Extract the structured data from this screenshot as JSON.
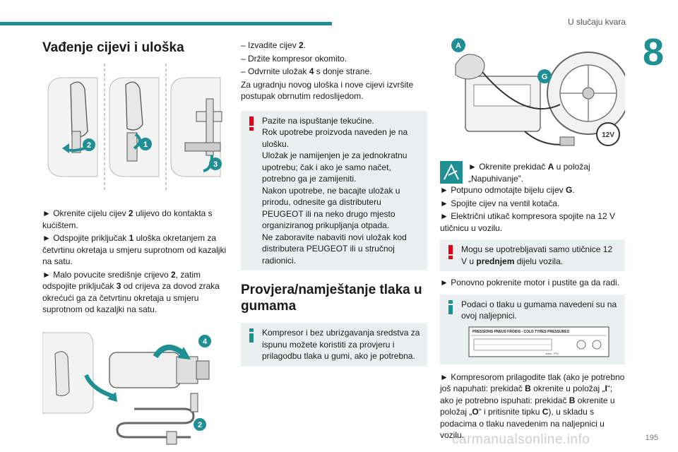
{
  "header": {
    "title": "U slučaju kvara",
    "chapter": "8",
    "page": "195"
  },
  "watermark": "carmanualsonline.info",
  "col1": {
    "heading": "Vađenje cijevi i uloška",
    "fig1_labels": [
      "2",
      "1",
      "3"
    ],
    "steps": [
      {
        "pre": "► Okrenite cijelu cijev ",
        "b": "2",
        "post": " ulijevo do kontakta s kućištem."
      },
      {
        "pre": "► Odspojite priključak ",
        "b": "1",
        "post": " uloška okretanjem za četvrtinu okretaja u smjeru suprotnom od kazaljki na satu."
      },
      {
        "pre": "► Malo povucite središnje crijevo ",
        "b": "2",
        "post": ", zatim odspojite priključak "
      },
      {
        "b2": "3",
        "post2": " od crijeva za dovod zraka okrećući ga za četvrtinu okretaja u smjeru suprotnom od kazaljki na satu."
      }
    ],
    "fig2_labels": [
      "4",
      "2"
    ]
  },
  "col2": {
    "lines": [
      {
        "pre": "– Izvadite cijev ",
        "b": "2",
        "post": "."
      },
      {
        "pre": "– Držite kompresor okomito.",
        "b": "",
        "post": ""
      },
      {
        "pre": "– Odvrnite uložak ",
        "b": "4",
        "post": " s donje strane."
      },
      {
        "pre": "Za ugradnju novog uloška i nove cijevi izvršite postupak obrnutim redoslijedom.",
        "b": "",
        "post": ""
      }
    ],
    "warning": [
      "Pazite na ispuštanje tekućine.",
      "Rok upotrebe proizvoda naveden je na ulošku.",
      "Uložak je namijenjen je za jednokratnu upotrebu; čak i ako je samo načet, potrebno ga je zamijeniti.",
      "Nakon upotrebe, ne bacajte uložak u prirodu, odnesite ga distributeru PEUGEOT ili na neko drugo mjesto organiziranog prikupljanja otpada.",
      "Ne zaboravite nabaviti novi uložak kod distributera PEUGEOT ili u stručnoj radionici."
    ],
    "heading2": "Provjera/namještanje tlaka u gumama",
    "info": "Kompresor i bez ubrizgavanja sredstva za ispunu možete koristiti za provjeru i prilagodbu tlaka u gumi, ako je potrebna."
  },
  "col3": {
    "fig_labels": [
      "A",
      "G",
      "12V"
    ],
    "step1": {
      "pre": "► Okrenite prekidač ",
      "b": "A",
      "post": " u položaj „Napuhivanje”."
    },
    "steps": [
      {
        "pre": "► Potpuno odmotajte bijelu cijev ",
        "b": "G",
        "post": "."
      },
      {
        "pre": "► Spojite cijev na ventil kotača.",
        "b": "",
        "post": ""
      },
      {
        "pre": "► Električni utikač kompresora spojite na 12 V utičnicu u vozilu.",
        "b": "",
        "post": ""
      }
    ],
    "warning": {
      "pre": "Mogu se upotrebljavati samo utičnice 12 V u ",
      "b": "prednjem",
      "post": " dijelu vozila."
    },
    "step_restart": "► Ponovno pokrenite motor i pustite ga da radi.",
    "info": "Podaci o tlaku u gumama navedeni su na ovoj naljepnici.",
    "label_title": "PRESSIONS PNEUS FROIDS - COLD TYRES PRESSURES",
    "label_unit": "bars - PSI",
    "final": [
      {
        "t": "► Kompresorom prilagodite tlak (ako je potrebno još napuhati: prekidač "
      },
      {
        "b": "B"
      },
      {
        "t": " okrenite u položaj „"
      },
      {
        "b": "I"
      },
      {
        "t": "“; ako je potrebno ispuhati: prekidač "
      },
      {
        "b": "B"
      },
      {
        "t": " okrenite u položaj „"
      },
      {
        "b": "O"
      },
      {
        "t": "“ i pritisnite tipku "
      },
      {
        "b": "C"
      },
      {
        "t": "), u skladu s podacima o tlaku navedenim na naljepnici u vozilu."
      }
    ]
  },
  "colors": {
    "accent": "#1f8f94",
    "warning": "#e2001a",
    "note_bg": "#eceff0"
  }
}
